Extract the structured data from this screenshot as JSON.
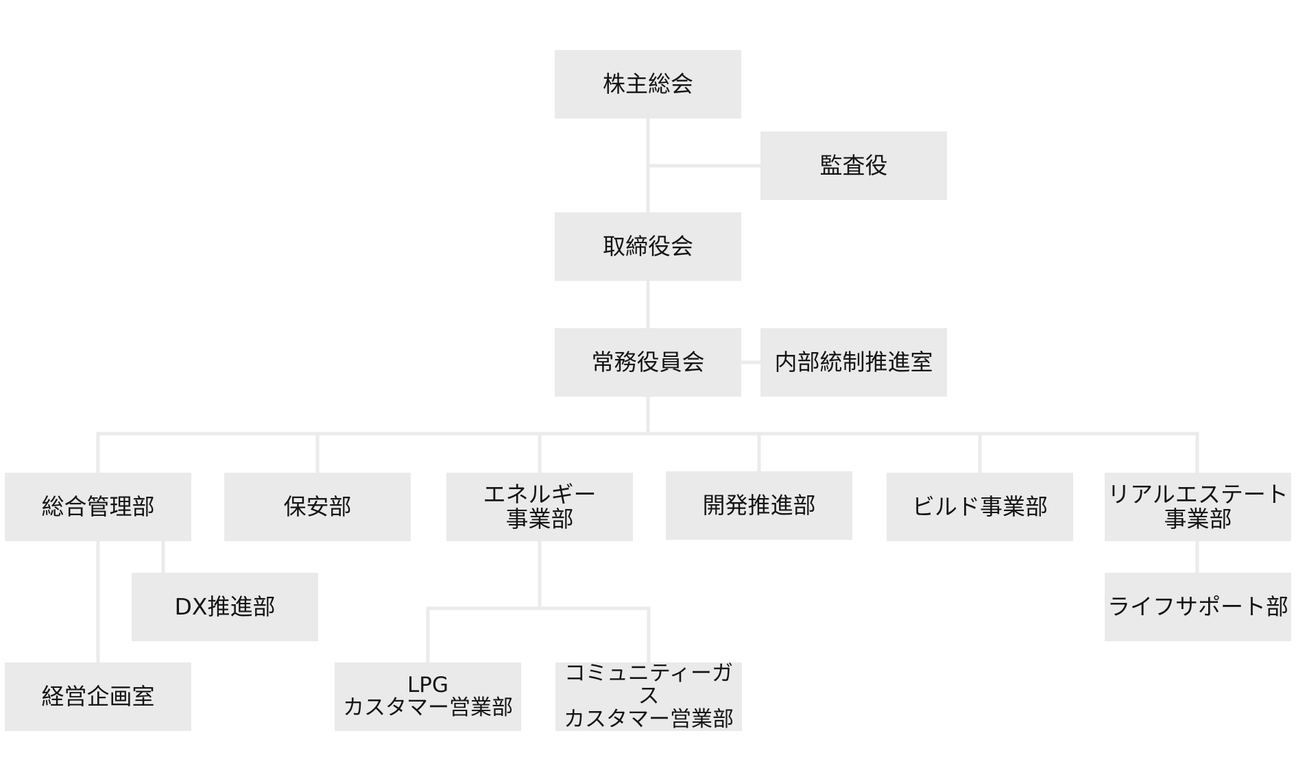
{
  "org_chart": {
    "nodes": {
      "shareholders_meeting": "株主総会",
      "auditor": "監査役",
      "board_of_directors": "取締役会",
      "executive_committee": "常務役員会",
      "internal_control_office": "内部統制推進室",
      "general_management": "総合管理部",
      "security": "保安部",
      "energy_business": "エネルギー\n事業部",
      "development_promotion": "開発推進部",
      "build_business": "ビルド事業部",
      "real_estate_business": "リアルエステート\n事業部",
      "dx_promotion": "DX推進部",
      "life_support": "ライフサポート部",
      "corporate_planning": "経営企画室",
      "lpg_customer_sales": "LPG\nカスタマー営業部",
      "community_gas_customer_sales": "コミュニティーガス\nカスタマー営業部"
    }
  }
}
